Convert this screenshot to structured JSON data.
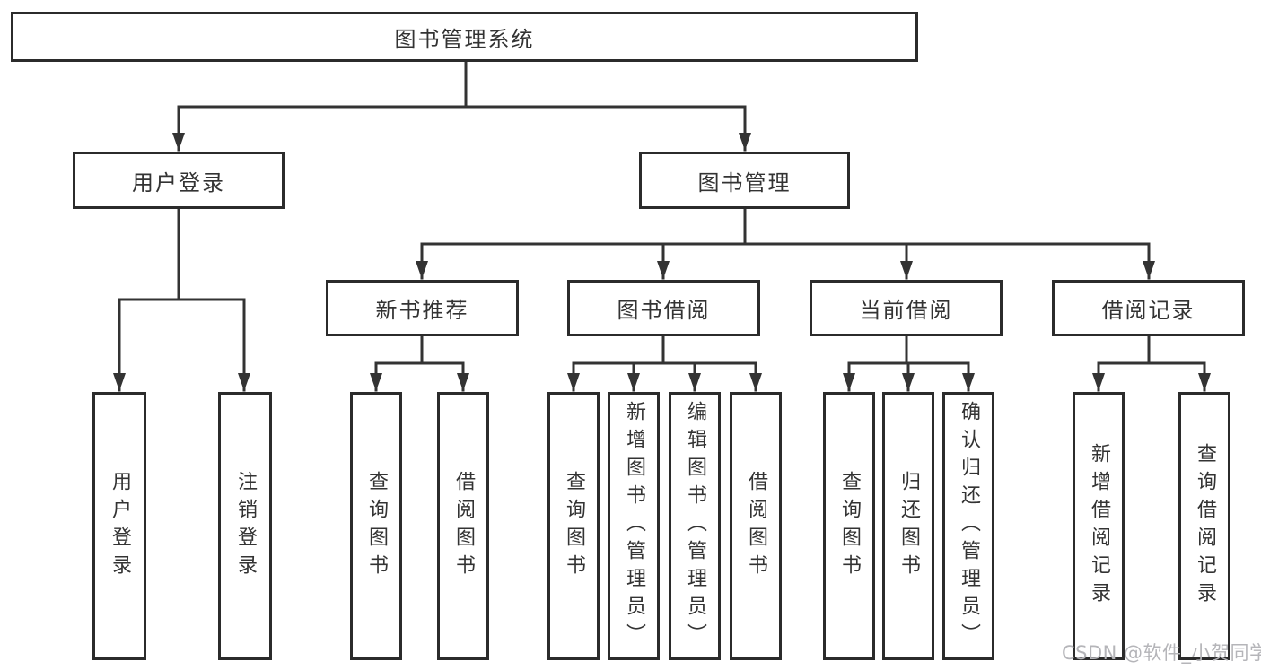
{
  "tree": {
    "root": {
      "label": "图书管理系统"
    },
    "login": {
      "label": "用户登录",
      "children": [
        {
          "label": "用户登录"
        },
        {
          "label": "注销登录"
        }
      ]
    },
    "mgmt": {
      "label": "图书管理",
      "modules": [
        {
          "label": "新书推荐",
          "children": [
            {
              "label": "查询图书"
            },
            {
              "label": "借阅图书"
            }
          ]
        },
        {
          "label": "图书借阅",
          "children": [
            {
              "label": "查询图书"
            },
            {
              "label": "新增图书（管理员）"
            },
            {
              "label": "编辑图书（管理员）"
            },
            {
              "label": "借阅图书"
            }
          ]
        },
        {
          "label": "当前借阅",
          "children": [
            {
              "label": "查询图书"
            },
            {
              "label": "归还图书"
            },
            {
              "label": "确认归还（管理员）"
            }
          ]
        },
        {
          "label": "借阅记录",
          "children": [
            {
              "label": "新增借阅记录"
            },
            {
              "label": "查询借阅记录"
            }
          ]
        }
      ]
    }
  },
  "watermark": {
    "text": "CSDN @软件_小贺同学"
  },
  "colors": {
    "background": "#ffffff",
    "box_border": "#2b2b2b",
    "line": "#333333",
    "text": "#333333",
    "watermark": "#b5b5b9"
  }
}
